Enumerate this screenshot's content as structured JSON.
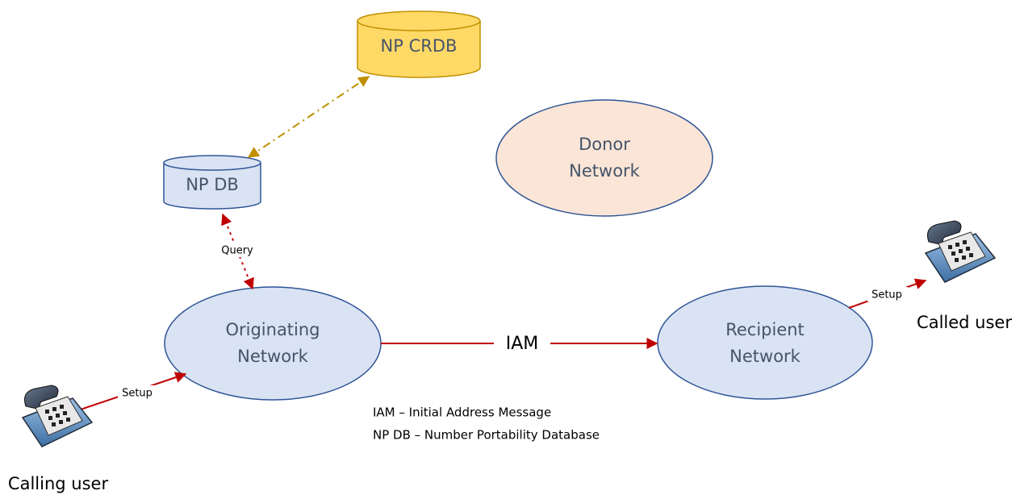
{
  "nodes": {
    "np_crdb": {
      "label": "NP CRDB"
    },
    "np_db": {
      "label": "NP DB"
    },
    "donor": {
      "label_line1": "Donor",
      "label_line2": "Network"
    },
    "originating": {
      "label_line1": "Originating",
      "label_line2": "Network"
    },
    "recipient": {
      "label_line1": "Recipient",
      "label_line2": "Network"
    }
  },
  "edges": {
    "query": {
      "label": "Query"
    },
    "iam": {
      "label": "IAM"
    },
    "setup_calling": {
      "label": "Setup"
    },
    "setup_called": {
      "label": "Setup"
    }
  },
  "users": {
    "calling": {
      "label": "Calling user",
      "icon": "telephone-icon"
    },
    "called": {
      "label": "Called user",
      "icon": "telephone-icon"
    }
  },
  "legend": {
    "line1": "IAM – Initial Address Message",
    "line2": "NP DB – Number Portability Database"
  },
  "colors": {
    "crdb_fill": "#ffd966",
    "crdb_stroke": "#bf9000",
    "db_fill": "#dae3f3",
    "network_fill": "#dae3f3",
    "network_stroke": "#2f5597",
    "donor_fill": "#fbe5d6",
    "donor_stroke": "#2f5597",
    "arrow_red": "#c00000",
    "arrow_gold": "#bf9000"
  }
}
